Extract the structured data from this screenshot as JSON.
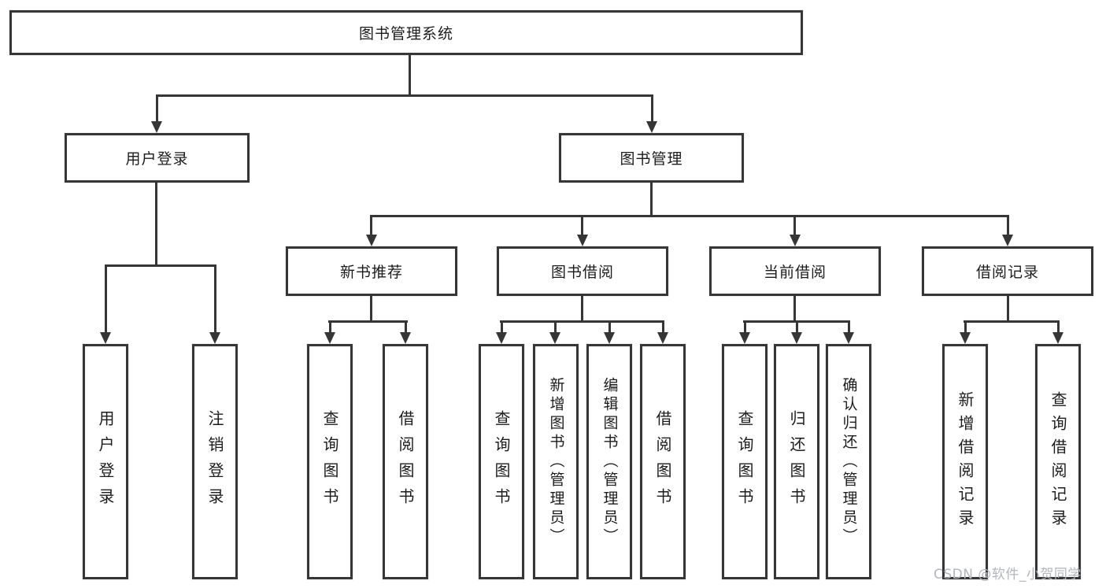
{
  "nodes": {
    "root": "图书管理系统",
    "user_login": "用户登录",
    "book_mgmt": "图书管理",
    "new_book": "新书推荐",
    "book_borrow": "图书借阅",
    "current_borrow": "当前借阅",
    "borrow_record": "借阅记录",
    "leaves": {
      "user_login": [
        "用户登录",
        "注销登录"
      ],
      "new_book": [
        "查询图书",
        "借阅图书"
      ],
      "book_borrow": [
        "查询图书",
        "新增图书（管理员）",
        "编辑图书（管理员）",
        "借阅图书"
      ],
      "current_borrow": [
        "查询图书",
        "归还图书",
        "确认归还（管理员）"
      ],
      "borrow_record": [
        "新增借阅记录",
        "查询借阅记录"
      ]
    }
  },
  "watermark": "CSDN @软件_小贺同学",
  "colors": {
    "line": "#363636",
    "box_border": "#363636",
    "text": "#1c1c1c",
    "watermark": "#b3b6bb",
    "background": "#ffffff"
  }
}
